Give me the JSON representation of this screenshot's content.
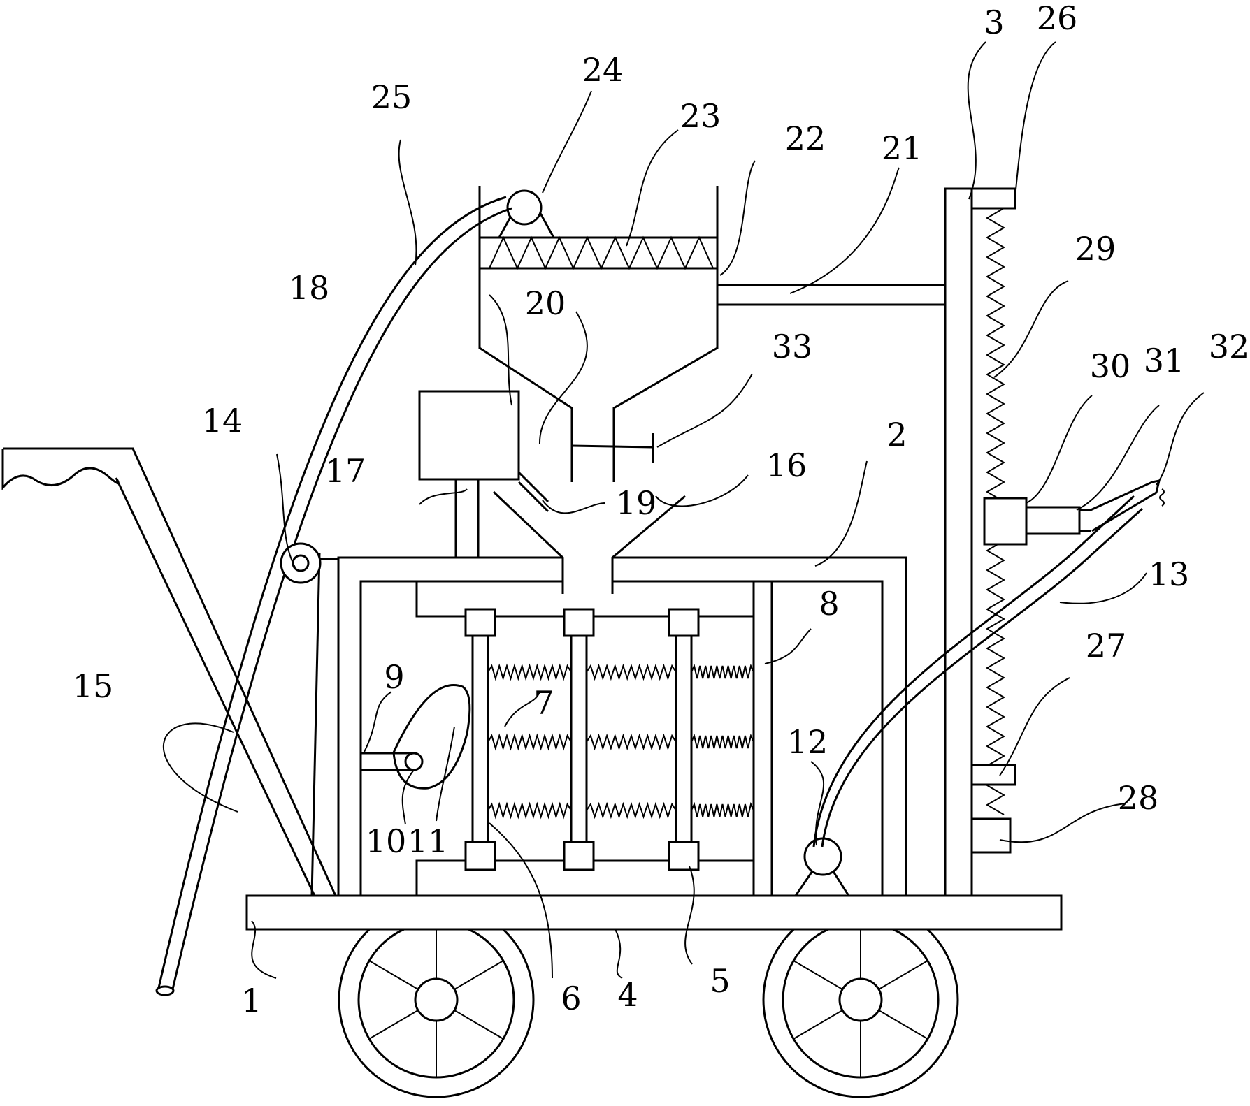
{
  "figure": {
    "labels": [
      "1",
      "2",
      "3",
      "4",
      "5",
      "6",
      "7",
      "8",
      "9",
      "10",
      "11",
      "12",
      "13",
      "14",
      "15",
      "16",
      "17",
      "18",
      "19",
      "20",
      "21",
      "22",
      "23",
      "24",
      "25",
      "26",
      "27",
      "28",
      "29",
      "30",
      "31",
      "32",
      "33"
    ]
  }
}
